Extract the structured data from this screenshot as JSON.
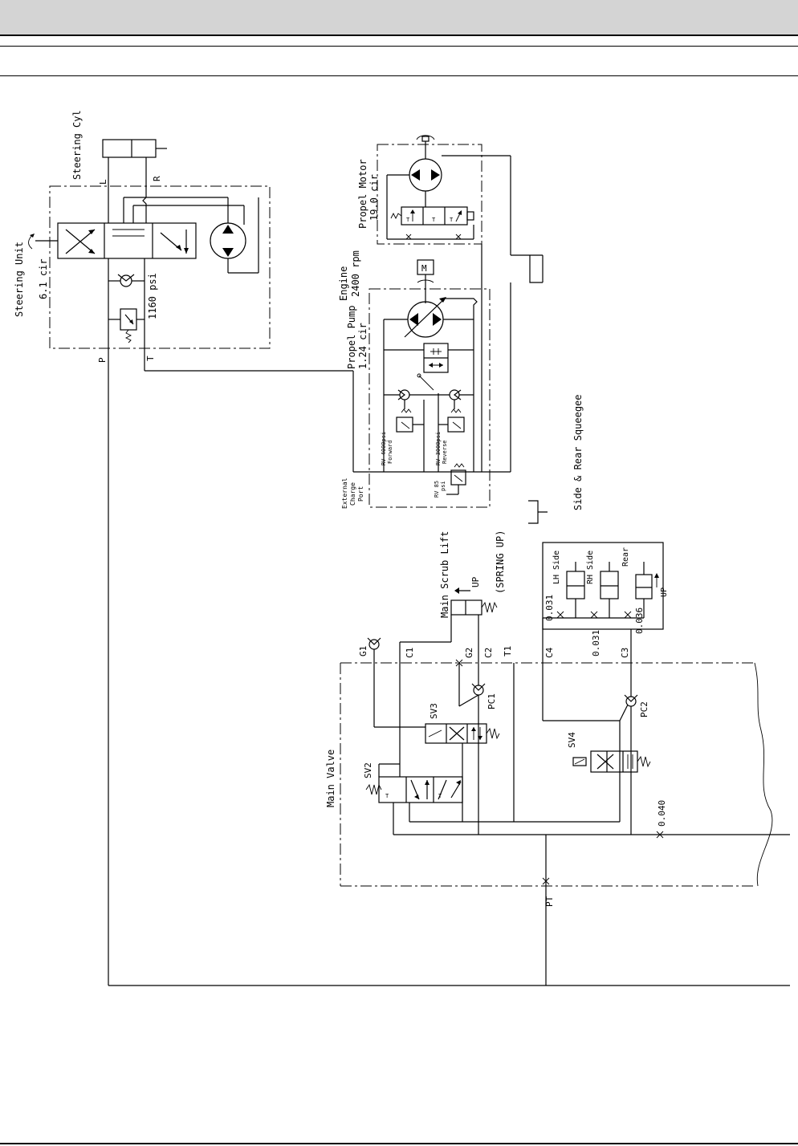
{
  "labels": {
    "steering_cyl": "Steering Cyl",
    "steering_unit": "Steering Unit",
    "steering_disp": "6.1 cir",
    "steering_relief": "1160 psi",
    "port_l": "L",
    "port_r": "R",
    "port_p": "P",
    "port_t": "T",
    "engine": "Engine",
    "engine_rpm": "2400 rpm",
    "propel_motor": "Propel Motor",
    "motor_disp": "19.0 cir",
    "propel_pump": "Propel Pump",
    "pump_disp": "1.24 cir",
    "motor_m": "M",
    "rv_forward_1": "RV 4000psi",
    "rv_forward_2": "Forward",
    "rv_reverse_1": "RV 3000psi",
    "rv_reverse_2": "Reverse",
    "rv_charge_1": "RV 85",
    "rv_charge_2": "psi",
    "ext_charge_1": "External",
    "ext_charge_2": "Charge",
    "ext_charge_3": "Port",
    "main_scrub_lift": "Main Scrub Lift",
    "spring_up": "(SPRING UP)",
    "up": "UP",
    "side_rear_squeegee": "Side & Rear Squeegee",
    "lh_side": "LH Side",
    "rh_side": "RH Side",
    "rear": "Rear",
    "orifice_031a": "0.031",
    "orifice_031b": "0.031",
    "orifice_036": "0.036",
    "port_g1": "G1",
    "port_c1": "C1",
    "port_g2": "G2",
    "port_c2": "C2",
    "port_t1": "T1",
    "port_c4": "C4",
    "port_c3": "C3",
    "pc1": "PC1",
    "pc2": "PC2",
    "sv2": "SV2",
    "sv3": "SV3",
    "sv4": "SV4",
    "main_valve": "Main Valve",
    "orifice_040": "0.040",
    "port_pt": "PT"
  },
  "colors": {
    "header_band": "#d4d4d4",
    "line": "#000000"
  }
}
